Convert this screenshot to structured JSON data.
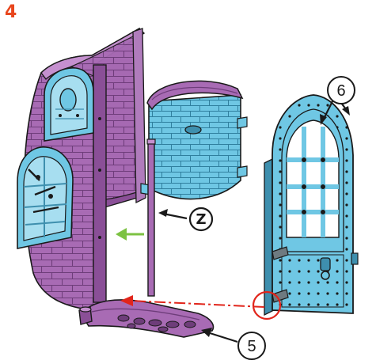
{
  "step": {
    "number": "4",
    "color": "#e8461d"
  },
  "callouts": {
    "door": "6",
    "base_arch": "5",
    "rod": "Z"
  },
  "colors": {
    "purple": "#a86bb4",
    "purple_dark": "#6e3d7a",
    "purple_light": "#c590cf",
    "blue": "#6fc7e4",
    "blue_light": "#a7def0",
    "blue_dark": "#3e8fae",
    "outline": "#1a1a1a",
    "green_arrow": "#7cc242",
    "red_guide": "#e1251b"
  },
  "icons": {
    "assembly_arrow": "green-left-arrow-icon",
    "alignment_guide": "red-dash-dot-arrow-icon",
    "hinge_highlight": "red-circle-icon"
  }
}
